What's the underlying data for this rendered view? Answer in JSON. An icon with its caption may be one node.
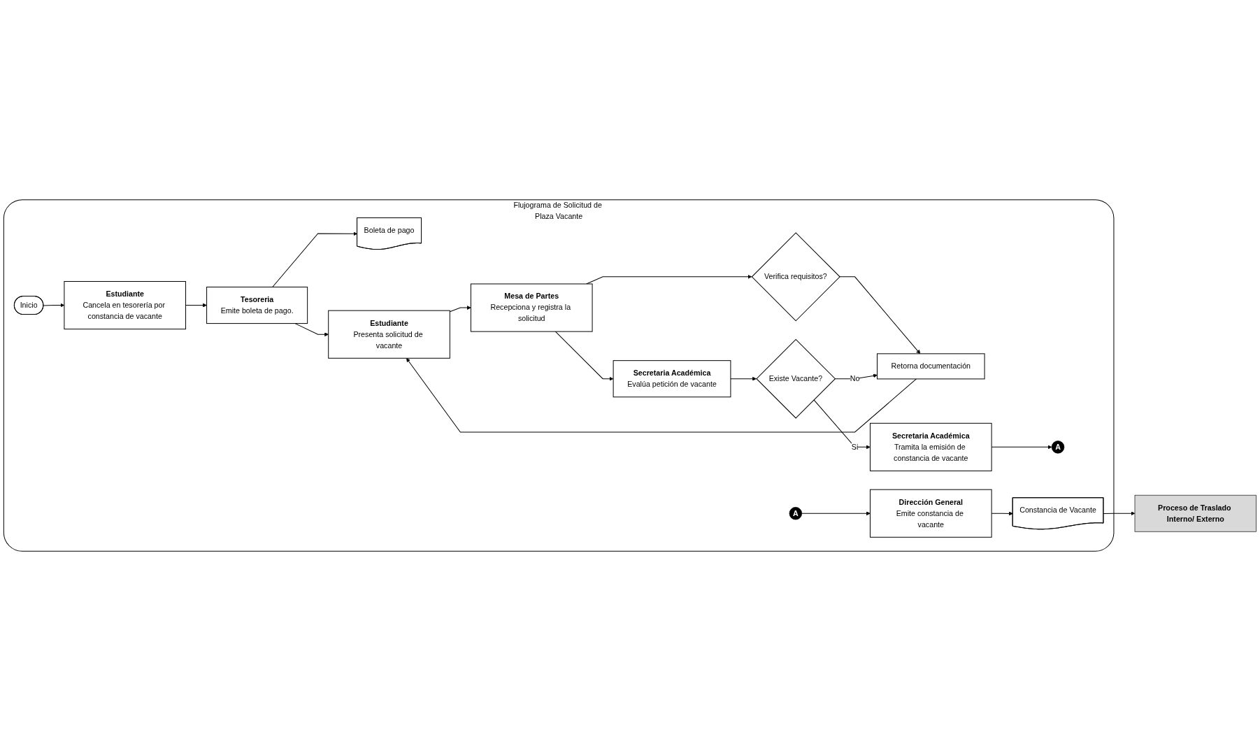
{
  "diagram": {
    "nodes": [
      {
        "text": [
          "Flujograma de Solicitud de Plaza Vacante"
        ]
      },
      {
        "text": [
          "Inicio"
        ],
        "in": 0
      },
      {
        "text": [
          "Estudiante",
          "Cancela en tesorería por constancia de vacante"
        ],
        "in": 0
      },
      {
        "text": [
          "Tesoreria",
          "Emite boleta de pago."
        ],
        "in": 0
      },
      {
        "text": [
          "Boleta de pago"
        ],
        "in": 0
      },
      {
        "text": [
          "Estudiante",
          "Presenta solicitud de vacante"
        ],
        "in": 0
      },
      {
        "text": [
          "Retorna documentación"
        ],
        "in": 0
      },
      {
        "text": [
          "Mesa de Partes",
          "Recepciona y registra la solicitud"
        ],
        "in": 0
      },
      {
        "text": [
          "Verifica requisitos?"
        ],
        "in": 0
      },
      {
        "text": [
          "Secretaria Académica",
          "Evalúa petición de vacante"
        ],
        "in": 0
      },
      {
        "text": [
          "Existe Vacante?"
        ],
        "in": 0
      },
      {
        "text": [
          "Secretaria Académica",
          "Tramita la emisión de constancia de vacante"
        ],
        "in": 0
      },
      {
        "text": [
          "A"
        ],
        "in": 0
      },
      {
        "text": [
          "A"
        ],
        "in": 0
      },
      {
        "text": [
          "Dirección General",
          "Emite constancia de vacante"
        ],
        "in": 0
      },
      {
        "text": [
          "Constancia de Vacante"
        ],
        "in": 0
      },
      {
        "text": [
          "Proceso de Traslado Interno/ Externo"
        ]
      }
    ],
    "edges": [
      {
        "from": 1,
        "to": 2,
        "arrow": "to"
      },
      {
        "from": 2,
        "to": 3,
        "arrow": "to"
      },
      {
        "from": 3,
        "to": 4,
        "arrow": "to"
      },
      {
        "from": 3,
        "to": 5,
        "arrow": "to"
      },
      {
        "from": 5,
        "to": 7,
        "arrow": "to"
      },
      {
        "from": 7,
        "to": 8,
        "arrow": "to"
      },
      {
        "from": 8,
        "to": 6,
        "arrow": "to"
      },
      {
        "from": 6,
        "to": 5,
        "arrow": "to"
      },
      {
        "from": 7,
        "to": 9,
        "arrow": "to"
      },
      {
        "from": 9,
        "to": 10,
        "arrow": "to"
      },
      {
        "from": 10,
        "to": 11,
        "label": "Si",
        "arrow": "to"
      },
      {
        "from": 10,
        "to": 6,
        "label": "No",
        "arrow": "to"
      },
      {
        "from": 11,
        "to": 12,
        "arrow": "to"
      },
      {
        "from": 13,
        "to": 14,
        "arrow": "to"
      },
      {
        "from": 14,
        "to": 15,
        "arrow": "to"
      },
      {
        "from": 15,
        "to": 16,
        "arrow": "to"
      }
    ]
  }
}
